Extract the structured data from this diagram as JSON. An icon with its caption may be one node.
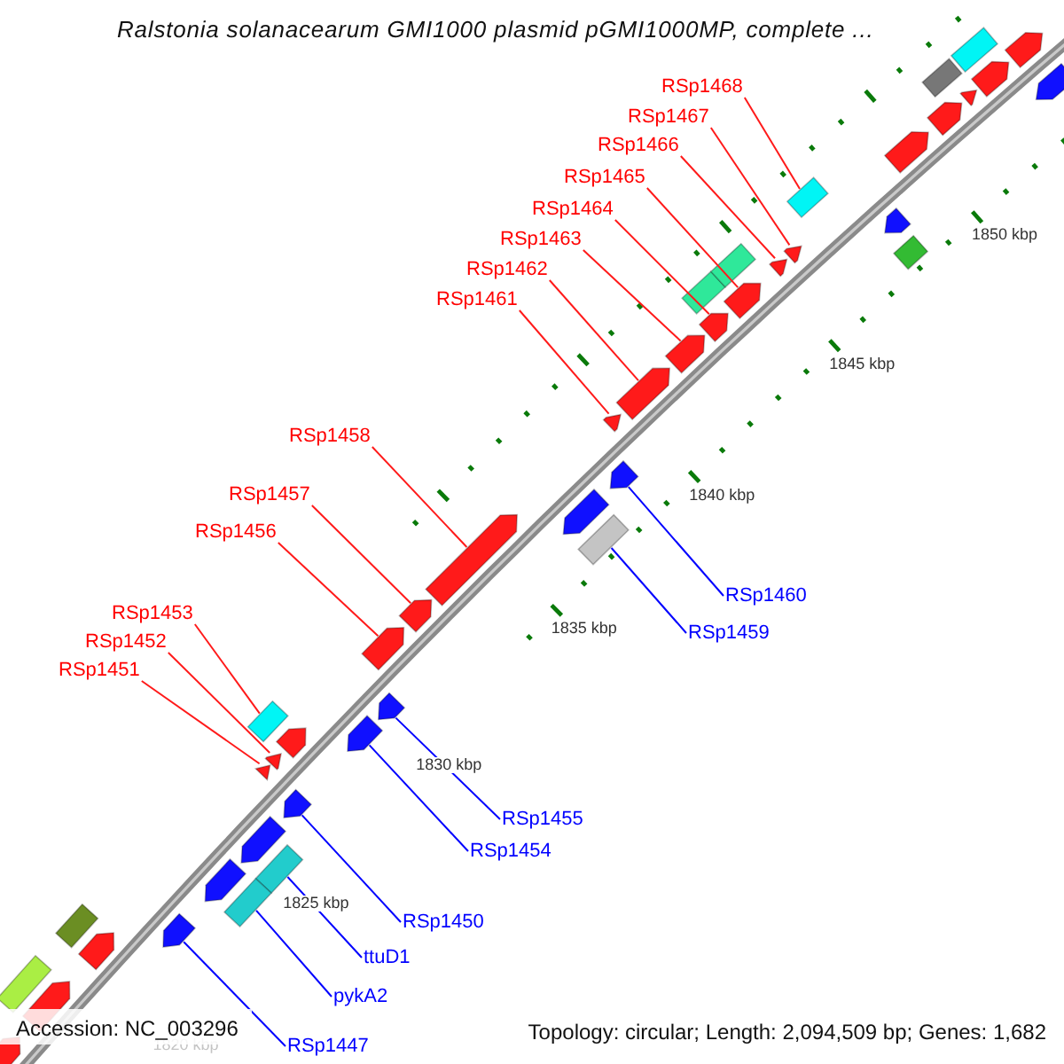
{
  "diagram": {
    "title": "Ralstonia solanacearum GMI1000 plasmid pGMI1000MP, complete ...",
    "nodes": [
      {
        "text": [
          "RSp1468"
        ]
      },
      {
        "text": [
          "RSp1467"
        ]
      },
      {
        "text": [
          "RSp1466"
        ]
      },
      {
        "text": [
          "RSp1465"
        ]
      },
      {
        "text": [
          "RSp1464"
        ]
      },
      {
        "text": [
          "RSp1463"
        ]
      },
      {
        "text": [
          "RSp1462"
        ]
      },
      {
        "text": [
          "RSp1461"
        ]
      },
      {
        "text": [
          "RSp1458"
        ]
      },
      {
        "text": [
          "RSp1457"
        ]
      },
      {
        "text": [
          "RSp1456"
        ]
      },
      {
        "text": [
          "RSp1460"
        ]
      },
      {
        "text": [
          "RSp1459"
        ]
      },
      {
        "text": [
          "RSp1453"
        ]
      },
      {
        "text": [
          "RSp1452"
        ]
      },
      {
        "text": [
          "RSp1451"
        ]
      },
      {
        "text": [
          "RSp1455"
        ]
      },
      {
        "text": [
          "RSp1454"
        ]
      },
      {
        "text": [
          "RSp1450"
        ]
      },
      {
        "text": [
          "ttuD1"
        ]
      },
      {
        "text": [
          "pykA2"
        ]
      },
      {
        "text": [
          "RSp1447"
        ]
      },
      {
        "text": [],
        "shape": "box"
      },
      {
        "text": [],
        "shape": "pentagon"
      },
      {
        "text": [],
        "shape": "pentagon"
      },
      {
        "text": [],
        "shape": "pentagon"
      },
      {
        "text": [],
        "shape": "pentagon"
      },
      {
        "text": [],
        "shape": "pentagon"
      },
      {
        "text": [],
        "shape": "pentagon"
      },
      {
        "text": [],
        "shape": "pentagon"
      },
      {
        "text": [],
        "shape": "pentagon"
      },
      {
        "text": [],
        "shape": "pentagon"
      },
      {
        "text": [],
        "shape": "pentagon"
      },
      {
        "text": [],
        "shape": "pentagon"
      },
      {
        "text": [],
        "shape": "box"
      },
      {
        "text": [],
        "shape": "box"
      },
      {
        "text": [],
        "shape": "pentagon"
      },
      {
        "text": [],
        "shape": "pentagon"
      },
      {
        "text": [],
        "shape": "pentagon"
      },
      {
        "text": [],
        "shape": "pentagon"
      },
      {
        "text": [],
        "shape": "pentagon"
      },
      {
        "text": [],
        "shape": "box"
      },
      {
        "text": [],
        "shape": "box"
      },
      {
        "text": [],
        "shape": "pentagon"
      },
      {
        "text": [],
        "shape": "pentagon"
      },
      {
        "text": [],
        "shape": "pentagon"
      },
      {
        "text": [],
        "shape": "pentagon"
      },
      {
        "text": [],
        "shape": "pentagon"
      },
      {
        "text": [],
        "shape": "pentagon"
      },
      {
        "text": [],
        "shape": "pentagon"
      },
      {
        "text": [],
        "shape": "pentagon"
      },
      {
        "text": [],
        "shape": "pentagon"
      },
      {
        "text": [],
        "shape": "pentagon"
      },
      {
        "text": [],
        "shape": "box"
      },
      {
        "text": [],
        "shape": "box"
      },
      {
        "text": [],
        "shape": "box"
      },
      {
        "text": [],
        "shape": "box"
      },
      {
        "text": [],
        "shape": "box"
      },
      {
        "text": [],
        "shape": "box"
      },
      {
        "text": [],
        "shape": "pentagon"
      },
      {
        "text": [],
        "shape": "pentagon"
      },
      {
        "text": [],
        "shape": "pentagon"
      },
      {
        "text": [],
        "shape": "pentagon"
      },
      {
        "text": [],
        "shape": "pentagon"
      },
      {
        "text": [],
        "shape": "box"
      }
    ],
    "edges": [
      {
        "from": 0,
        "to": 22,
        "arrow": "none"
      },
      {
        "from": 1,
        "to": 23,
        "arrow": "none"
      },
      {
        "from": 2,
        "to": 24,
        "arrow": "none"
      },
      {
        "from": 3,
        "to": 25,
        "arrow": "none"
      },
      {
        "from": 4,
        "to": 26,
        "arrow": "none"
      },
      {
        "from": 5,
        "to": 27,
        "arrow": "none"
      },
      {
        "from": 6,
        "to": 28,
        "arrow": "none"
      },
      {
        "from": 7,
        "to": 29,
        "arrow": "none"
      },
      {
        "from": 8,
        "to": 30,
        "arrow": "none"
      },
      {
        "from": 9,
        "to": 31,
        "arrow": "none"
      },
      {
        "from": 10,
        "to": 32,
        "arrow": "none"
      },
      {
        "from": 11,
        "to": 33,
        "arrow": "none",
        "color": "#0000ff"
      },
      {
        "from": 12,
        "to": 34,
        "arrow": "none",
        "color": "#0000ff"
      },
      {
        "from": 13,
        "to": 35,
        "arrow": "none"
      },
      {
        "from": 14,
        "to": 36,
        "arrow": "none"
      },
      {
        "from": 15,
        "to": 37,
        "arrow": "none"
      },
      {
        "from": 16,
        "to": 38,
        "arrow": "none",
        "color": "#0000ff"
      },
      {
        "from": 17,
        "to": 39,
        "arrow": "none",
        "color": "#0000ff"
      },
      {
        "from": 18,
        "to": 40,
        "arrow": "none",
        "color": "#0000ff"
      },
      {
        "from": 19,
        "to": 41,
        "arrow": "none",
        "color": "#0000ff"
      },
      {
        "from": 20,
        "to": 42,
        "arrow": "none",
        "color": "#0000ff"
      },
      {
        "from": 21,
        "to": 43,
        "arrow": "none",
        "color": "#0000ff"
      }
    ],
    "labels": [
      "1850 kbp",
      "1845 kbp",
      "1840 kbp",
      "1835 kbp",
      "1830 kbp",
      "1825 kbp",
      "1820 kbp",
      "Accession: NC_003296",
      "Topology: circular; Length: 2,094,509 bp; Genes: 1,682"
    ]
  }
}
